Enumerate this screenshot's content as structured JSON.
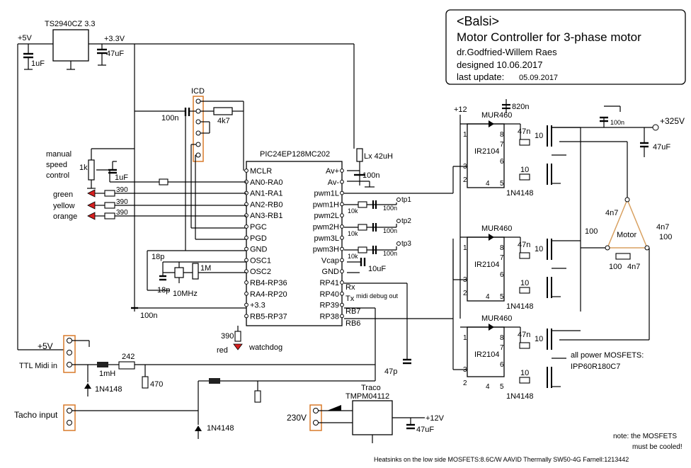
{
  "title_block": {
    "name": "<Balsi>",
    "line1": "Motor Controller for 3-phase motor",
    "author": "dr.Godfried-Willem Raes",
    "designed": "designed  10.06.2017",
    "updated_label": "last update:",
    "updated_date": "05.09.2017"
  },
  "power_section": {
    "regulator": "TS2940CZ 3.3",
    "v5": "+5V",
    "v33": "+3.3V",
    "c1": "1uF",
    "c2": "47uF"
  },
  "icd": {
    "label": "ICD",
    "cap": "100n",
    "res": "4k7"
  },
  "mcu": {
    "name": "PIC24EP128MC202",
    "left_pins": [
      "MCLR",
      "AN0-RA0",
      "AN1-RA1",
      "AN2-RB0",
      "AN3-RB1",
      "PGC",
      "PGD",
      "GND",
      "OSC1",
      "OSC2",
      "RB4-RP36",
      "RA4-RP20",
      "+3.3",
      "RB5-RP37"
    ],
    "right_pins": [
      "Av+",
      "Av-",
      "pwm1L",
      "pwm1H",
      "pwm2L",
      "pwm2H",
      "pwm3L",
      "pwm3H",
      "Vcap",
      "GND",
      "RP41",
      "RP40",
      "RP39",
      "RP38"
    ]
  },
  "left_inputs": {
    "manual_1": "manual",
    "manual_2": "speed",
    "manual_3": "control",
    "pot": "1k",
    "cap": "1uF",
    "led_green": "green",
    "led_yellow": "yellow",
    "led_orange": "orange",
    "r390": "390"
  },
  "misc": {
    "lx": "Lx  42uH",
    "c100n": "100n",
    "c10uF": "10uF",
    "r10k": "10k",
    "tp1": "tp1",
    "tp2": "tp2",
    "tp3": "tp3",
    "xtal_c": "18p",
    "xtal_r": "1M",
    "xtal": "10MHz",
    "rx": "Rx",
    "tx": "Tx",
    "midi_debug": "midi debug out",
    "rb7": "RB7",
    "rb6": "RB6",
    "c47p": "47p",
    "watchdog_r": "390",
    "watchdog_led": "red",
    "watchdog": "watchdog",
    "c100n_b": "100n"
  },
  "midi": {
    "v5": "+5V",
    "ttl": "TTL Midi in",
    "l": "1mH",
    "r242": "242",
    "r470": "470",
    "d": "1N4148",
    "tacho": "Tacho input",
    "d2": "1N4148"
  },
  "supply": {
    "v230": "230V",
    "traco_1": "Traco",
    "traco_2": "TMPM04112",
    "v12": "+12V",
    "c47u": "47uF"
  },
  "driver": {
    "ic": "IR2104",
    "diode": "MUR460",
    "c820": "820n",
    "c47n": "47n",
    "r10": "10",
    "d1n4148": "1N4148",
    "v12": "+12",
    "pins": [
      "1",
      "8",
      "7",
      "6",
      "3",
      "2",
      "4",
      "5"
    ]
  },
  "hv": {
    "v325": "+325V",
    "c100n": "100n",
    "c47u": "47uF",
    "motor": "Motor",
    "c4n7": "4n7",
    "r100": "100"
  },
  "notes": {
    "mosfets_1": "all power MOSFETS:",
    "mosfets_2": "IPP60R180C7",
    "cool_1": "note: the MOSFETS",
    "cool_2": "must be  cooled!",
    "heatsink": "Heatsinks on the low side MOSFETS:8.6C/W AAVID Thermally SW50-4G Farnell:1213442"
  }
}
